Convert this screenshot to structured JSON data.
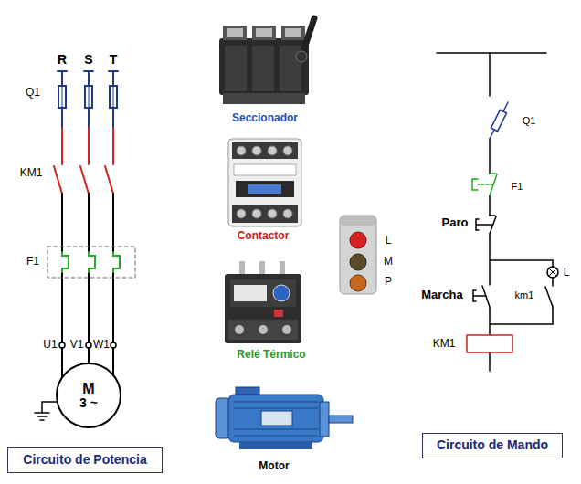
{
  "diagram": {
    "nodes": [
      {
        "text": [
          "M",
          "3 ~"
        ]
      },
      {
        "text": [
          "Circuito de Potencia"
        ]
      },
      {
        "text": [
          "Circuito de Mando"
        ]
      }
    ],
    "labels": [
      "R",
      "S",
      "T",
      "Q1",
      "KM1",
      "F1",
      "U1",
      "V1",
      "W1",
      "Seccionador",
      "Contactor",
      "Relé Térmico",
      "Motor",
      "L",
      "M",
      "P",
      "Q1",
      "F1",
      "Paro",
      "Marcha",
      "km1",
      "L",
      "KM1"
    ]
  }
}
